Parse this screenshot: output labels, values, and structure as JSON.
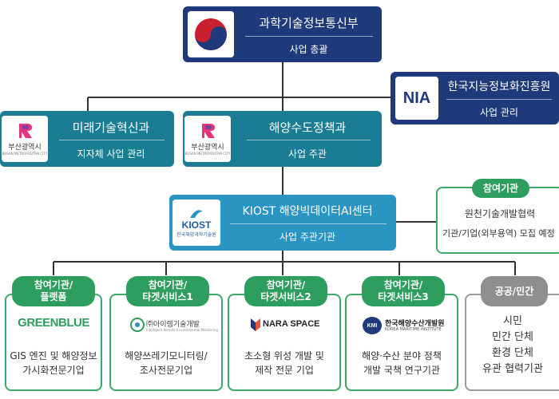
{
  "ministry": {
    "title": "과학기술정보통신부",
    "subtitle": "사업 총괄"
  },
  "nia": {
    "logo_text": "NIA",
    "title": "한국지능정보화진흥원",
    "subtitle": "사업 관리"
  },
  "future_dept": {
    "logo_label": "부산광역시",
    "logo_sub": "BUSAN METROPOLITAN CITY",
    "title": "미래기술혁신과",
    "subtitle": "지자체 사업 관리"
  },
  "ocean_dept": {
    "logo_label": "부산광역시",
    "logo_sub": "BUSAN METROPOLITAN CITY",
    "title": "해양수도정책과",
    "subtitle": "사업 주관"
  },
  "kiost": {
    "logo_text": "KIOST",
    "logo_sub": "한국해양과학기술원",
    "title": "KIOST 해양빅데이터AI센터",
    "subtitle": "사업 주관기관"
  },
  "wonchun": {
    "pill": "참여기관",
    "line1": "원천기술개발협력",
    "line2": "기관/기업(외부용역) 모집 예정"
  },
  "participants": [
    {
      "pill_line1": "참여기관/",
      "pill_line2": "플랫폼",
      "logo": "GREENBLUE",
      "logo_sub": "",
      "desc1": "GIS 엔진 및 해양정보",
      "desc2": "가시화전문기업"
    },
    {
      "pill_line1": "참여기관/",
      "pill_line2": "타겟서비스1",
      "logo": "㈜아이렘기술개발",
      "logo_sub": "Intelligent Remote Environmental Monitoring",
      "desc1": "해양쓰레기모니터링/",
      "desc2": "조사전문기업"
    },
    {
      "pill_line1": "참여기관/",
      "pill_line2": "타겟서비스2",
      "logo": "NARA SPACE",
      "logo_sub": "",
      "desc1": "초소형 위성 개발 및",
      "desc2": "제작 전문 기업"
    },
    {
      "pill_line1": "참여기관/",
      "pill_line2": "타겟서비스3",
      "logo": "한국해양수산개발원",
      "logo_sub": "KOREA MARITIME INSTITUTE",
      "logo_mark": "KMI",
      "desc1": "해양·수산 분야 정책",
      "desc2": "개발 국책 연구기관"
    },
    {
      "pill_line1": "공공/민간",
      "pill_line2": "",
      "logo": "",
      "logo_sub": "",
      "desc1": "시민",
      "desc2": "민간 단체",
      "desc3": "환경 단체",
      "desc4": "유관 협력기관"
    }
  ],
  "colors": {
    "navy": "#1f3a7a",
    "teal": "#1a7d94",
    "blue": "#2a95c2",
    "green": "#2e9e5e",
    "gray": "#8f8f8f",
    "line": "#333333"
  }
}
